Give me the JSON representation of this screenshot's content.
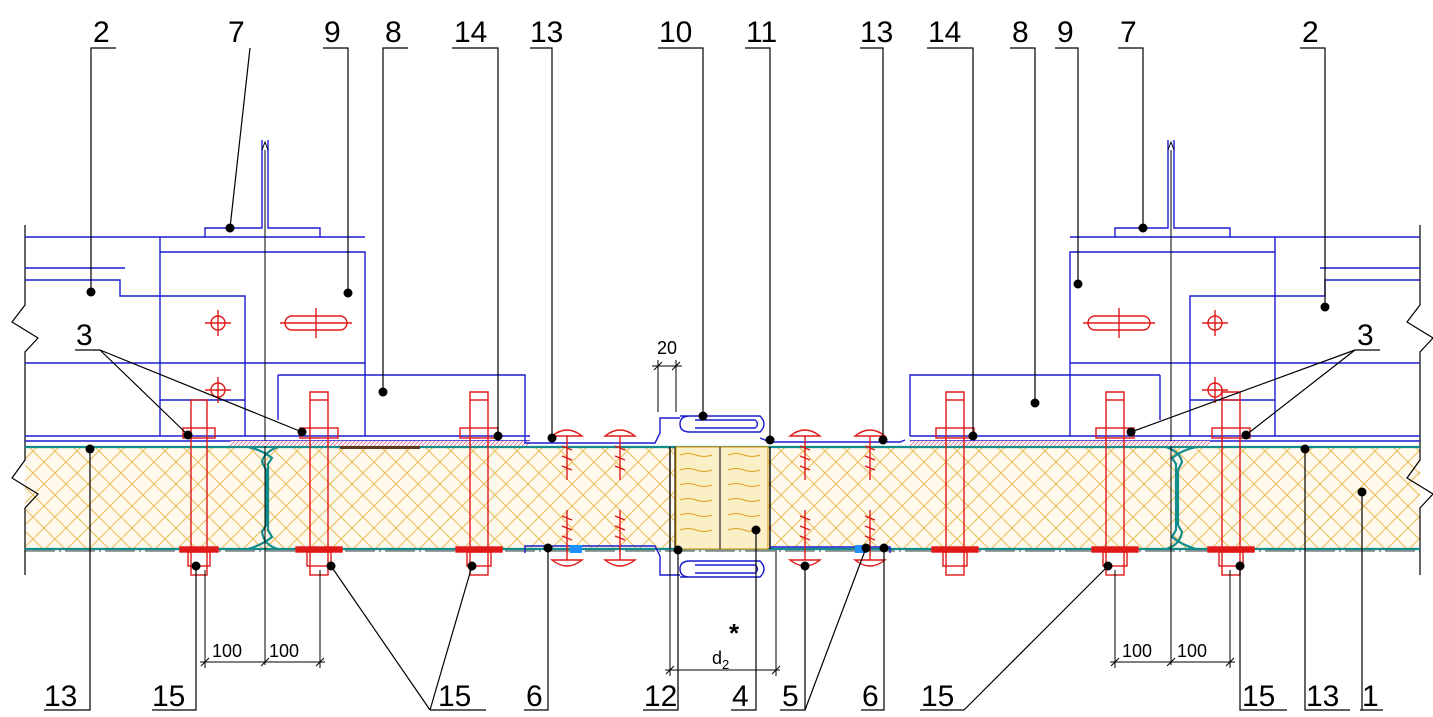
{
  "top_labels": [
    {
      "text": "2"
    },
    {
      "text": "7"
    },
    {
      "text": "9"
    },
    {
      "text": "8"
    },
    {
      "text": "14"
    },
    {
      "text": "13"
    },
    {
      "text": "10"
    },
    {
      "text": "11"
    },
    {
      "text": "13"
    },
    {
      "text": "14"
    },
    {
      "text": "8"
    },
    {
      "text": "9"
    },
    {
      "text": "7"
    },
    {
      "text": "2"
    }
  ],
  "side_labels": [
    {
      "text": "3"
    },
    {
      "text": "3"
    }
  ],
  "bottom_labels": [
    {
      "text": "13"
    },
    {
      "text": "15"
    },
    {
      "text": "15"
    },
    {
      "text": "6"
    },
    {
      "text": "12"
    },
    {
      "text": "4"
    },
    {
      "text": "5"
    },
    {
      "text": "6"
    },
    {
      "text": "15"
    },
    {
      "text": "15"
    },
    {
      "text": "13"
    },
    {
      "text": "1"
    }
  ],
  "dimensions": [
    {
      "text": "20"
    },
    {
      "text": "100"
    },
    {
      "text": "100"
    },
    {
      "text": "100"
    },
    {
      "text": "100"
    }
  ],
  "d2_label": {
    "main": "d",
    "sub": "2",
    "mark": "*"
  },
  "colors": {
    "frame": "#1a1ad0",
    "fasteners": "#e01818",
    "insulation": "#e0a020",
    "insulation_fill": "#fbefc8",
    "sheet": "#138c8c",
    "seal": "#1e90ff"
  }
}
